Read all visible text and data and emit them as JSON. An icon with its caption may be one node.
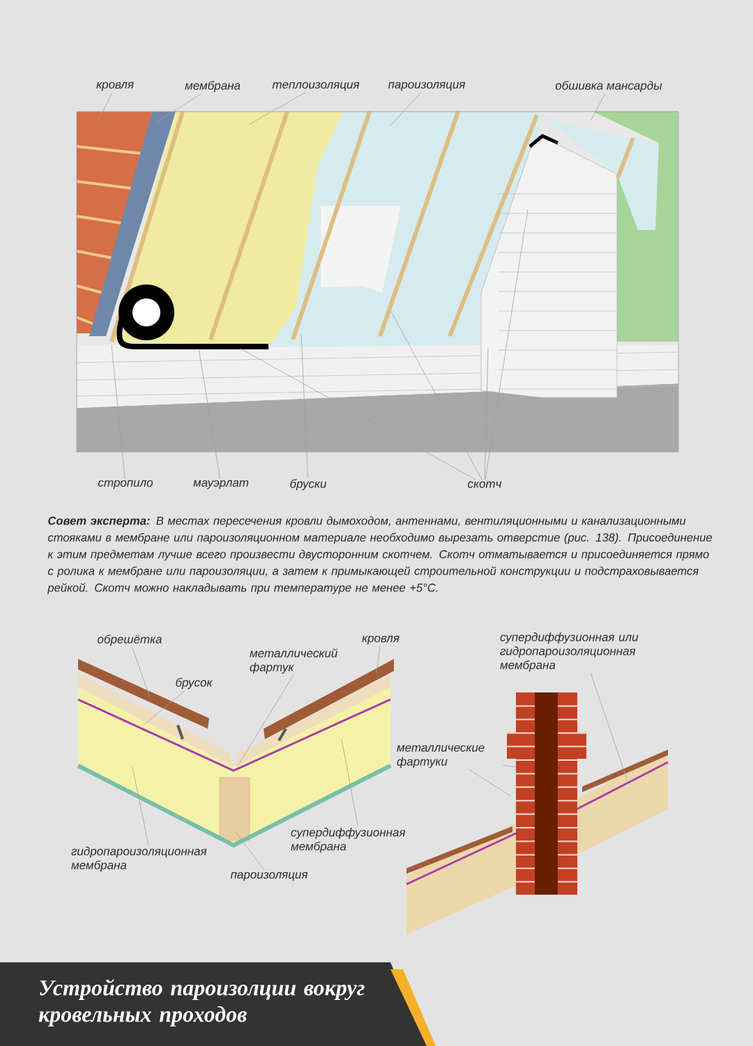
{
  "diagram": {
    "title": "Устройство пароизолции вокруг кровельных проходов",
    "nodes": [
      {
        "text": [
          "кровля"
        ]
      },
      {
        "text": [
          "мембрана"
        ]
      },
      {
        "text": [
          "теплоизоляция"
        ]
      },
      {
        "text": [
          "пароизоляция"
        ]
      },
      {
        "text": [
          "обшивка мансарды"
        ]
      },
      {
        "text": [
          "стропило"
        ]
      },
      {
        "text": [
          "мауэрлат"
        ]
      },
      {
        "text": [
          "бруски"
        ]
      },
      {
        "text": [
          "скотч"
        ]
      },
      {
        "text": [
          "обрешётка"
        ]
      },
      {
        "text": [
          "брусок"
        ]
      },
      {
        "text": [
          "металлический фартук"
        ]
      },
      {
        "text": [
          "кровля"
        ]
      },
      {
        "text": [
          "гидропароизоляционная мембрана"
        ]
      },
      {
        "text": [
          "супердиффузионная мембрана"
        ]
      },
      {
        "text": [
          "пароизоляция"
        ]
      },
      {
        "text": [
          "супердиффузионная или гидропароизоляционная мембрана"
        ]
      },
      {
        "text": [
          "металлические фартуки"
        ]
      }
    ],
    "edges": [
      {
        "from": 0,
        "to": null,
        "arrow": "none"
      },
      {
        "from": 1,
        "to": null,
        "arrow": "none"
      },
      {
        "from": 2,
        "to": null,
        "arrow": "none"
      },
      {
        "from": 3,
        "to": null,
        "arrow": "none"
      },
      {
        "from": 4,
        "to": null,
        "arrow": "none"
      },
      {
        "from": 5,
        "to": null,
        "arrow": "none"
      },
      {
        "from": 6,
        "to": null,
        "arrow": "none"
      },
      {
        "from": 7,
        "to": null,
        "arrow": "none"
      },
      {
        "from": 8,
        "to": null,
        "arrow": "none"
      },
      {
        "from": 8,
        "to": null,
        "arrow": "none"
      },
      {
        "from": 8,
        "to": null,
        "arrow": "none"
      },
      {
        "from": 8,
        "to": null,
        "arrow": "none"
      },
      {
        "from": 9,
        "to": null,
        "arrow": "none"
      },
      {
        "from": 10,
        "to": null,
        "arrow": "none"
      },
      {
        "from": 11,
        "to": null,
        "arrow": "none"
      },
      {
        "from": 12,
        "to": null,
        "arrow": "none"
      },
      {
        "from": 13,
        "to": null,
        "arrow": "none"
      },
      {
        "from": 14,
        "to": null,
        "arrow": "none"
      },
      {
        "from": 15,
        "to": null,
        "arrow": "none"
      },
      {
        "from": 16,
        "to": null,
        "arrow": "none"
      },
      {
        "from": 17,
        "to": null,
        "arrow": "none"
      },
      {
        "from": 17,
        "to": null,
        "arrow": "none"
      }
    ],
    "labels": [
      "**Совет эксперта:** В местах пересечения кровли дымоходом, антеннами, вентиляционными и канализационными стояками в мембране или пароизоляционном материале необходимо вырезать отверстие (рис. 138). Присоединение к этим предметам лучше всего произвести двусторонним скотчем. Скотч отматывается и присоединяется прямо с ролика к мембране или пароизоляции, а затем к примыкающей строительной конструкции и подстраховывается рейкой. Скотч можно накладывать при температуре не менее +5°C."
    ]
  }
}
